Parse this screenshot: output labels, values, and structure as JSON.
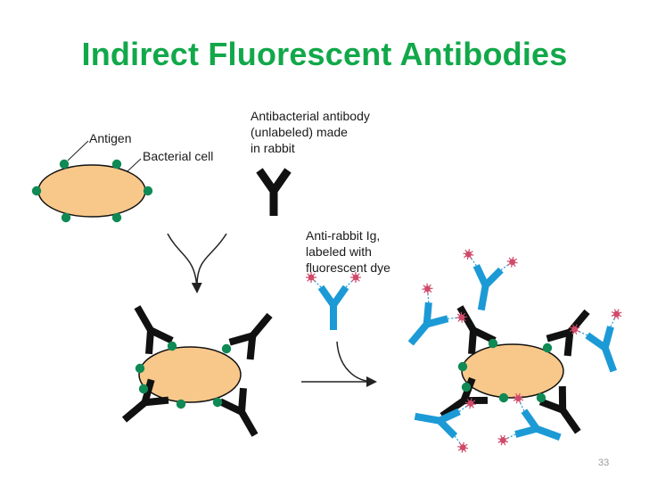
{
  "title": "Indirect Fluorescent Antibodies",
  "labels": {
    "antigen": "Antigen",
    "bacterial_cell": "Bacterial cell",
    "primary_antibody": [
      "Antibacterial antibody",
      "(unlabeled) made",
      "in rabbit"
    ],
    "secondary_antibody": [
      "Anti-rabbit Ig,",
      "labeled with",
      "fluorescent dye"
    ]
  },
  "page_number": "33",
  "colors": {
    "title": "#12a84a",
    "cell_fill": "#f8c88a",
    "antigen": "#0f8a55",
    "primary_antibody": "#111111",
    "secondary_antibody": "#1c9ad6",
    "dye": "#d04a6a"
  }
}
